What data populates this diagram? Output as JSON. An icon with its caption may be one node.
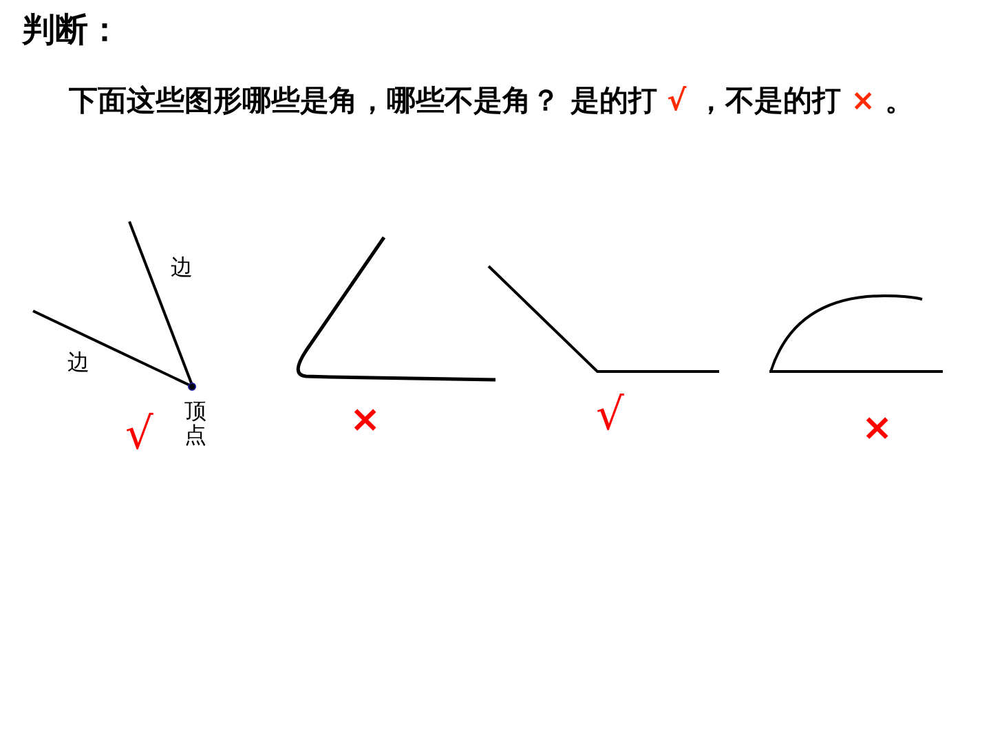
{
  "diagram": {
    "title": "判断：",
    "labels": [
      "下面这些图形哪些是角，哪些不是角？ 是的打",
      "√",
      "，不是的打",
      "×",
      "。",
      "边",
      "边",
      "顶点",
      "√",
      "×",
      "√",
      "×"
    ]
  }
}
